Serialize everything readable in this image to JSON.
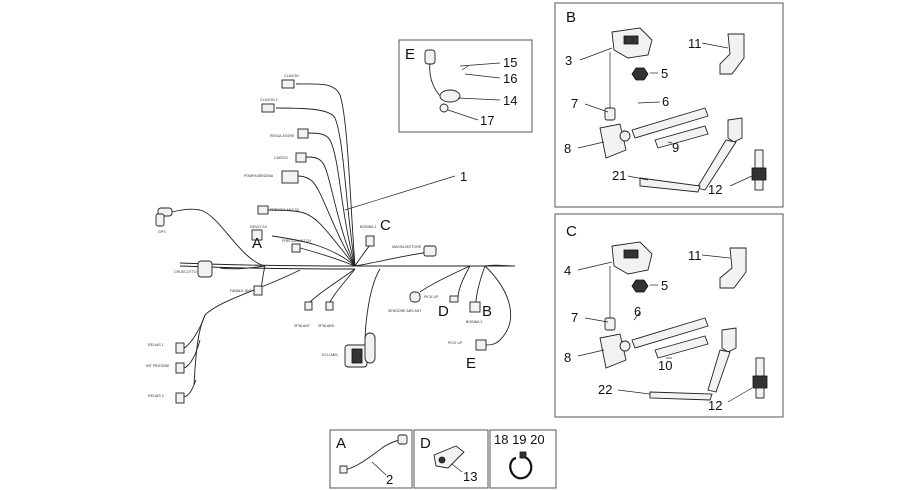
{
  "main_harness": {
    "part_number": "1",
    "labels": {
      "A": "A",
      "B": "B",
      "C": "C",
      "D": "D",
      "E": "E"
    },
    "connector_captions": [
      {
        "key": "c1",
        "text": "CLAXON"
      },
      {
        "key": "c2",
        "text": "CLAXON 2"
      },
      {
        "key": "c3",
        "text": "REGULATORE"
      },
      {
        "key": "c4",
        "text": "CARICO"
      },
      {
        "key": "c5",
        "text": "POMPA BENZINA"
      },
      {
        "key": "c6",
        "text": "FRECCIA ANT SX"
      },
      {
        "key": "c7",
        "text": "DEVIO SX"
      },
      {
        "key": "c8",
        "text": "FRECCIA ANT DX"
      },
      {
        "key": "c9",
        "text": "BOBINA 1"
      },
      {
        "key": "c10",
        "text": "MASSA MOTORE"
      },
      {
        "key": "c11",
        "text": "CRUSCOTTO"
      },
      {
        "key": "c12",
        "text": "FANALE ANT"
      },
      {
        "key": "c13",
        "text": "SPIA ANT"
      },
      {
        "key": "c14",
        "text": "SPIA ABS"
      },
      {
        "key": "c15",
        "text": "SENSORE ABS ANT"
      },
      {
        "key": "c16",
        "text": "PICK UP"
      },
      {
        "key": "c17",
        "text": "BOBINA 2"
      },
      {
        "key": "c18",
        "text": "PICK UP"
      },
      {
        "key": "c19",
        "text": "ECU ABS"
      },
      {
        "key": "c20",
        "text": "RELAIS 1"
      },
      {
        "key": "c21",
        "text": "INT FRIZIONE"
      },
      {
        "key": "c22",
        "text": "RELAIS 2"
      },
      {
        "key": "c23",
        "text": "GPS"
      }
    ]
  },
  "box_B": {
    "label": "B",
    "parts": [
      "3",
      "5",
      "6",
      "7",
      "8",
      "9",
      "11",
      "12",
      "21"
    ]
  },
  "box_C": {
    "label": "C",
    "parts": [
      "4",
      "5",
      "6",
      "7",
      "8",
      "10",
      "11",
      "12",
      "22"
    ]
  },
  "box_E": {
    "label": "E",
    "parts": [
      "15",
      "16",
      "14",
      "17"
    ]
  },
  "box_A": {
    "label": "A",
    "parts": [
      "2"
    ]
  },
  "box_D": {
    "label": "D",
    "parts": [
      "13"
    ]
  },
  "box_clamp": {
    "parts": [
      "18 19 20"
    ]
  }
}
